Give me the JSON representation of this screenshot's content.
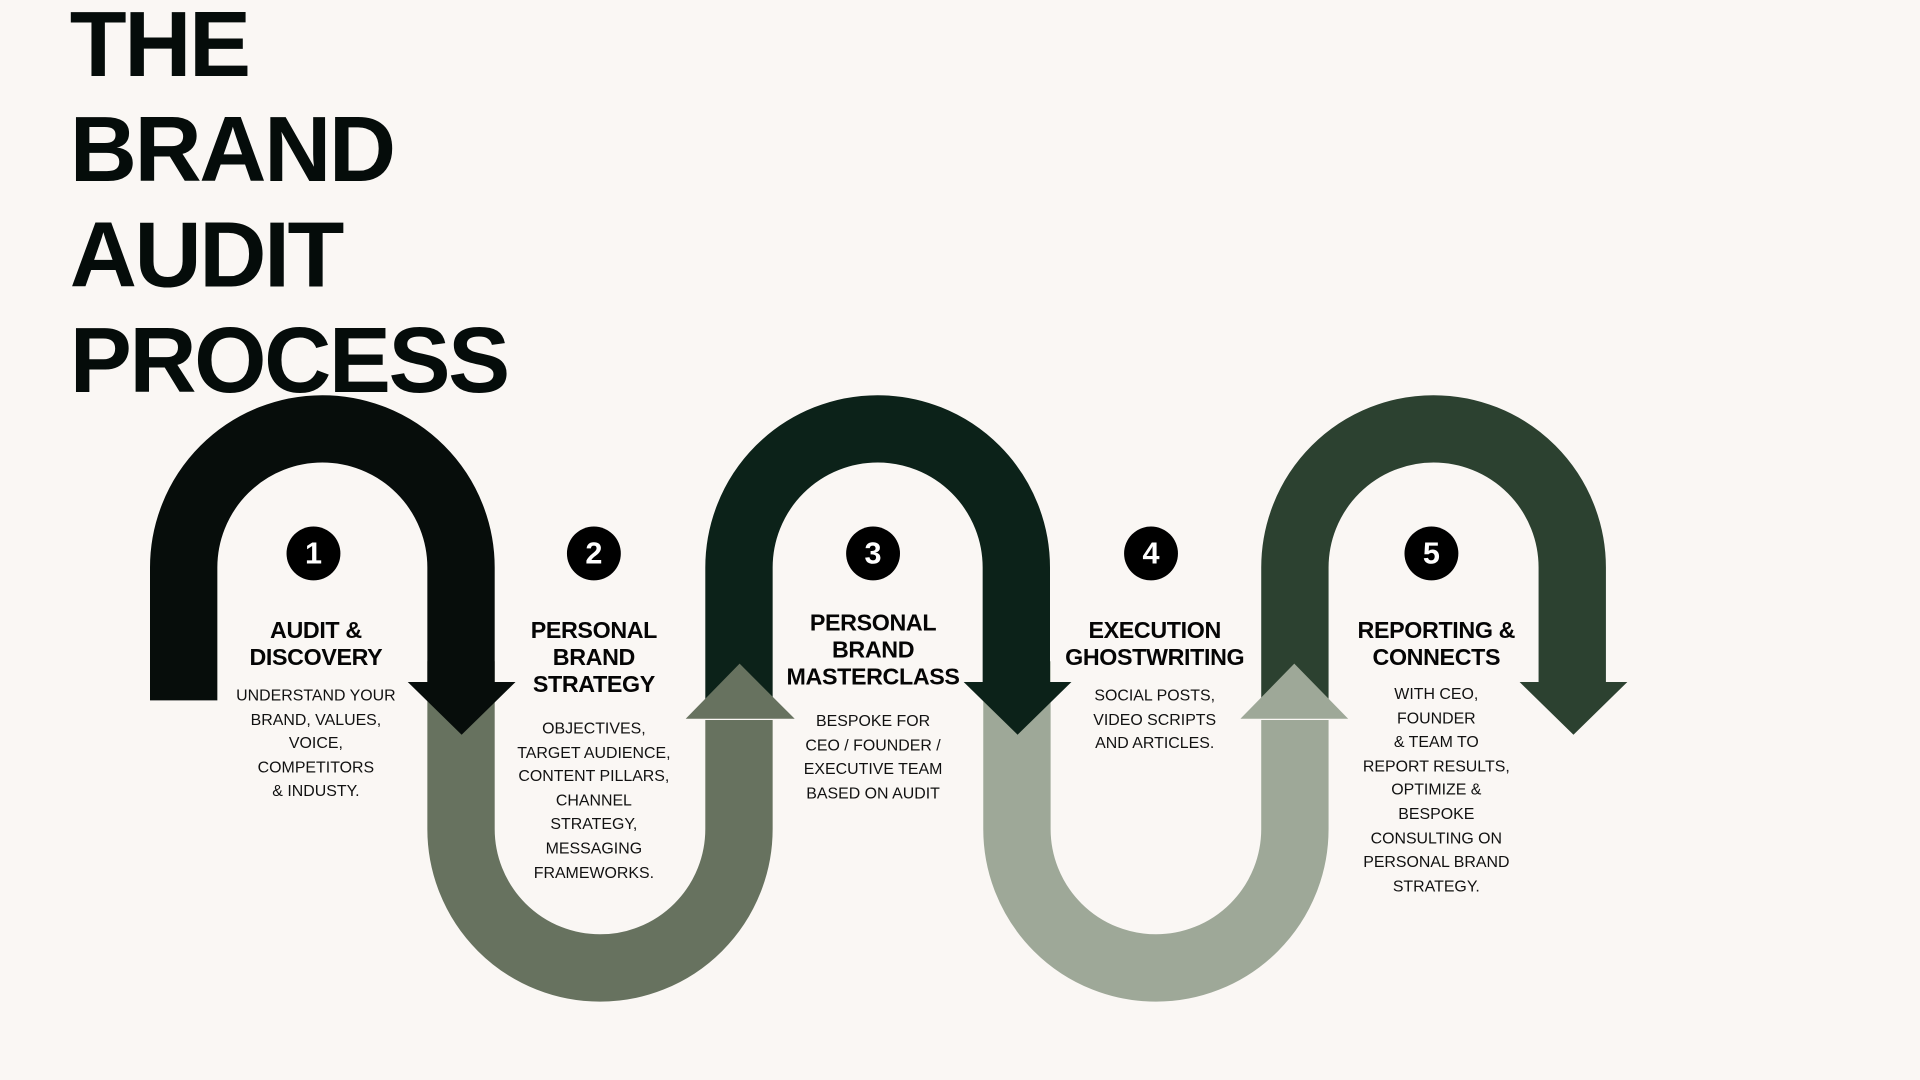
{
  "title": [
    "THE",
    "BRAND",
    "AUDIT",
    "PROCESS"
  ],
  "colors": {
    "background": "#faf7f4",
    "arrow_1": "#070d0b",
    "arrow_2": "#67725f",
    "arrow_3": "#0c2219",
    "arrow_4": "#9ea898",
    "arrow_5": "#2c4130"
  },
  "steps": [
    {
      "number": "1",
      "heading": [
        "AUDIT &",
        "DISCOVERY"
      ],
      "description": [
        "UNDERSTAND YOUR",
        "BRAND, VALUES,",
        "VOICE,",
        "COMPETITORS",
        "& INDUSTY."
      ]
    },
    {
      "number": "2",
      "heading": [
        "PERSONAL",
        "BRAND",
        "STRATEGY"
      ],
      "description": [
        "OBJECTIVES,",
        "TARGET AUDIENCE,",
        "CONTENT PILLARS,",
        "CHANNEL",
        "STRATEGY,",
        "MESSAGING",
        "FRAMEWORKS."
      ]
    },
    {
      "number": "3",
      "heading": [
        "PERSONAL",
        "BRAND",
        "MASTERCLASS"
      ],
      "description": [
        "BESPOKE FOR",
        "CEO / FOUNDER /",
        "EXECUTIVE TEAM",
        "BASED ON AUDIT"
      ]
    },
    {
      "number": "4",
      "heading": [
        "EXECUTION",
        "GHOSTWRITING"
      ],
      "description": [
        "SOCIAL POSTS,",
        "VIDEO SCRIPTS",
        "AND ARTICLES."
      ]
    },
    {
      "number": "5",
      "heading": [
        "REPORTING &",
        "CONNECTS"
      ],
      "description": [
        "WITH CEO,",
        "FOUNDER",
        "& TEAM TO",
        "REPORT RESULTS,",
        "OPTIMIZE &",
        "BESPOKE",
        "CONSULTING ON",
        "PERSONAL BRAND",
        "STRATEGY."
      ]
    }
  ]
}
